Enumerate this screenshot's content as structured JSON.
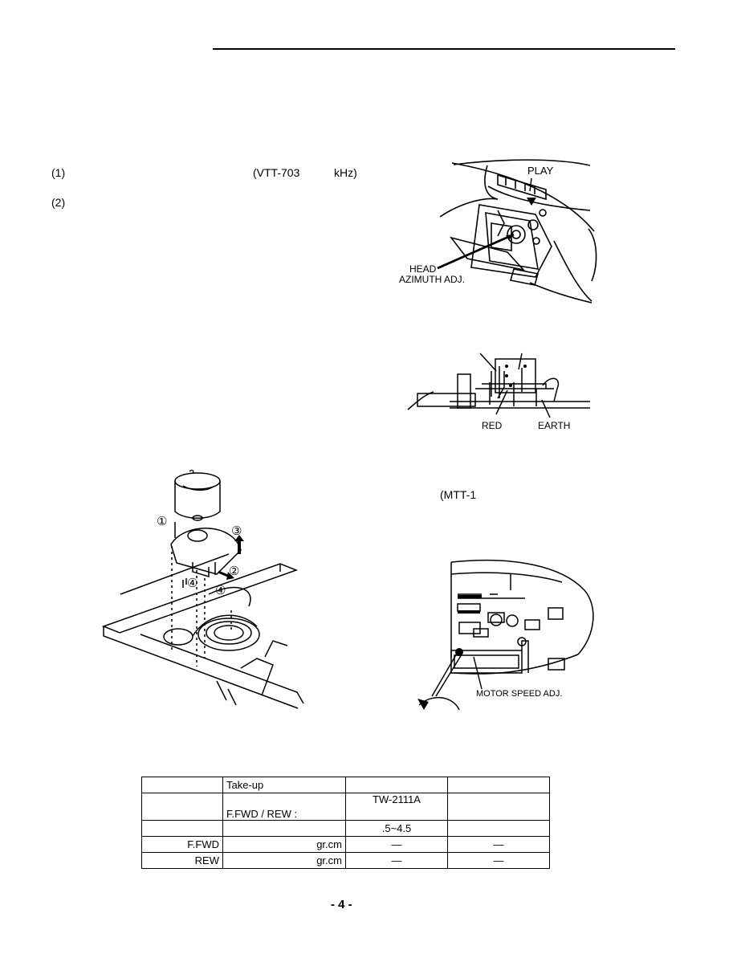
{
  "page": {
    "page_number": "- 4 -"
  },
  "steps": [
    {
      "num": "(1)",
      "fragment": "(VTT-703",
      "unit": "kHz)"
    },
    {
      "num": "(2)"
    }
  ],
  "figures": {
    "head_azimuth": {
      "play_label": "PLAY",
      "head_label": "HEAD",
      "azimuth_label": "AZIMUTH ADJ."
    },
    "wiring": {
      "red_label": "RED",
      "earth_label": "EARTH"
    },
    "motor_assembly": {
      "callouts": [
        "①",
        "②",
        "③",
        "④",
        "④"
      ]
    },
    "motor_speed": {
      "tape_ref": "(MTT-1",
      "adj_label": "MOTOR SPEED ADJ."
    }
  },
  "torque_table": {
    "rows": [
      [
        "",
        "Take-up",
        "",
        ""
      ],
      [
        "",
        "F.FWD / REW :",
        "TW-2111A",
        ""
      ],
      [
        "",
        "",
        ".5~4.5",
        ""
      ],
      [
        "F.FWD",
        "gr.cm",
        "—",
        "—"
      ],
      [
        "REW",
        "gr.cm",
        "—",
        "—"
      ]
    ]
  }
}
